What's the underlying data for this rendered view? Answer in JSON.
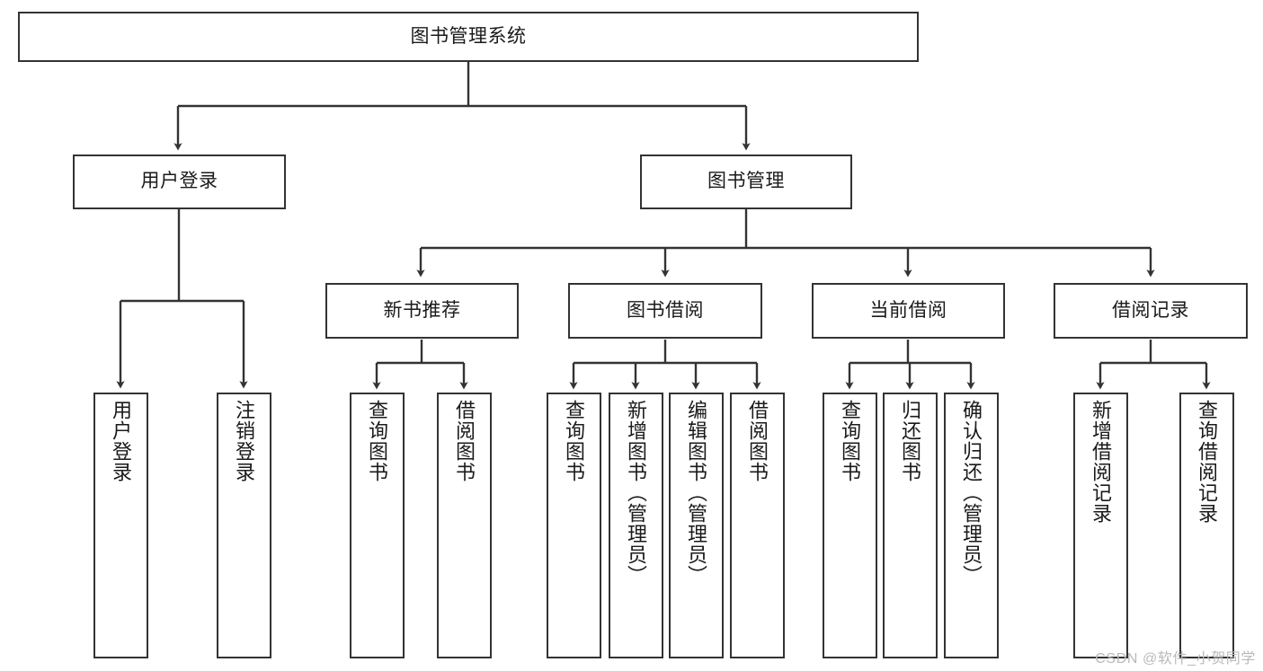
{
  "diagram": {
    "title": "图书管理系统",
    "watermark": "CSDN @软件_小贺同学",
    "root": {
      "label": "图书管理系统"
    },
    "level1": [
      {
        "label": "用户登录"
      },
      {
        "label": "图书管理"
      }
    ],
    "level2": [
      {
        "label": "新书推荐"
      },
      {
        "label": "图书借阅"
      },
      {
        "label": "当前借阅"
      },
      {
        "label": "借阅记录"
      }
    ],
    "leaves": {
      "user_login": [
        {
          "label": "用户登录"
        },
        {
          "label": "注销登录"
        }
      ],
      "new_book_recommend": [
        {
          "label": "查询图书"
        },
        {
          "label": "借阅图书"
        }
      ],
      "book_borrow": [
        {
          "label": "查询图书"
        },
        {
          "label": "新增图书（管理员）"
        },
        {
          "label": "编辑图书（管理员）"
        },
        {
          "label": "借阅图书"
        }
      ],
      "current_borrow": [
        {
          "label": "查询图书"
        },
        {
          "label": "归还图书"
        },
        {
          "label": "确认归还（管理员）"
        }
      ],
      "borrow_record": [
        {
          "label": "新增借阅记录"
        },
        {
          "label": "查询借阅记录"
        }
      ]
    },
    "colors": {
      "line": "#333333",
      "box_border": "#333333",
      "background": "#ffffff",
      "text": "#1a1a1a",
      "watermark": "#b9b9b9"
    }
  }
}
